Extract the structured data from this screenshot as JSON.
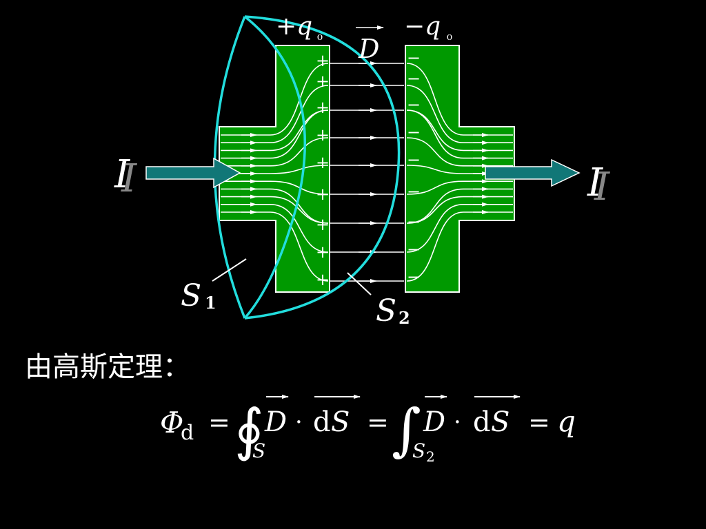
{
  "diagram": {
    "plus_charge": "+q",
    "plus_charge_sub": "₀",
    "minus_charge": "−q",
    "minus_charge_sub": "₀",
    "d_vector_label": "D",
    "current_left": "I",
    "current_right": "I",
    "surface1_label": "S",
    "surface1_sub": "1",
    "surface2_label": "S",
    "surface2_sub": "2",
    "plus_sign": "+",
    "minus_sign": "−",
    "colors": {
      "plate": "#009900",
      "surface": "#22dddd",
      "arrow": "#117777",
      "line": "#ffffff"
    }
  },
  "text": {
    "heading": "由高斯定理："
  },
  "formula": {
    "phi": "Φ",
    "phi_sub": "d",
    "eq1": "=",
    "oint": "∮",
    "int": "∫",
    "sub_S": "S",
    "sub_S2_letter": "S",
    "sub_S2_digit": "2",
    "D": "D",
    "dot": "·",
    "d": "d",
    "S": "S",
    "eq2": "=",
    "eq3": "=",
    "q": "q"
  }
}
